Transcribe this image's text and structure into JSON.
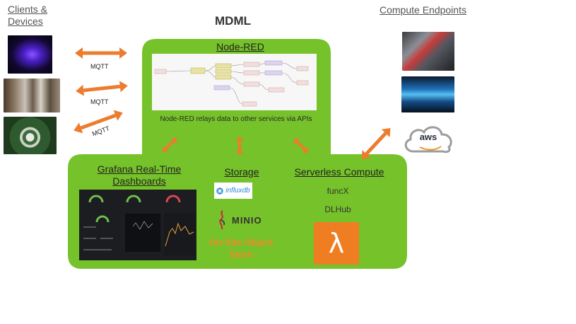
{
  "title": "MDML",
  "clients": {
    "label": "Clients &\nDevices",
    "mqtt_labels": [
      "MQTT",
      "MQTT",
      "MQTT"
    ]
  },
  "compute_endpoints": {
    "label": "Compute Endpoints",
    "aws_label": "aws"
  },
  "nodered": {
    "label": "Node-RED",
    "caption": "Node-RED relays data to other services via APIs"
  },
  "grafana": {
    "label": "Grafana Real-Time Dashboards"
  },
  "storage": {
    "label": "Storage",
    "influx_label": "influxdb",
    "minio_label": "MINIO",
    "onsite_label": "On-Site Object Store"
  },
  "serverless": {
    "label": "Serverless Compute",
    "funcx_label": "funcX",
    "dlhub_label": "DLHub",
    "lambda_glyph": "λ"
  },
  "colors": {
    "green": "#76c22a",
    "orange": "#ec7c2e",
    "onsite_orange": "#f08a25",
    "lambda_orange": "#ef7d22"
  }
}
